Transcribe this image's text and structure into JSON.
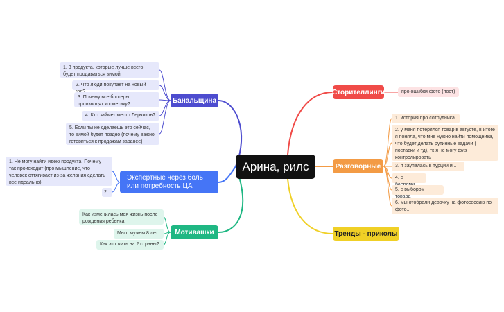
{
  "center": {
    "title": "Арина, рилс"
  },
  "colors": {
    "purple": "#4d4ccf",
    "blue": "#4575f6",
    "green": "#1fb783",
    "red": "#f04b48",
    "orange": "#f39b45",
    "yellow": "#f0d026"
  },
  "branches": {
    "banal": {
      "label": "Банальщина",
      "items": [
        "1. 3 продукта, которые лучше всего будет продаваться зимой",
        "2. Что люди покупает на новый год?",
        "3. Почему все блогеры производят косметику?",
        "4. Кто займет место Лерчиков?",
        "5. Если ты не сделаешь это сейчас, то зимой будет поздно (почему важно готовиться к продажам заранее)"
      ]
    },
    "expert": {
      "label": "Экспертные через боль или потребность ЦА",
      "items": [
        "1. Не могу найти идею продукта. Почему так происходит (про мышление, что человек оттягивает из-за желания сделать все идеально)",
        "2."
      ]
    },
    "motiv": {
      "label": "Мотивашки",
      "items": [
        "Как изменилась моя жизнь после рождения ребенка",
        "Мы с мужем 8 лет..",
        "Как это жить на 2 страны?"
      ]
    },
    "story": {
      "label": "Сторителлинги",
      "items": [
        "про ошибки фото (пост)"
      ]
    },
    "talk": {
      "label": "Разговорные",
      "items": [
        "1. история про сотрудника",
        "2. у меня потерялся товар в августе, в итоге я поняла, что мне нужно найти помощника, что будет делать рутинные задачи ( поставки и тд), тк я не могу физ контролировать",
        "3. я заупалась в турции и ..",
        "4. с баерами",
        "5. с выбором товара",
        "6. мы отобрали девочку на фотосессию по фото.."
      ]
    },
    "trends": {
      "label": "Тренды - приколы"
    }
  }
}
